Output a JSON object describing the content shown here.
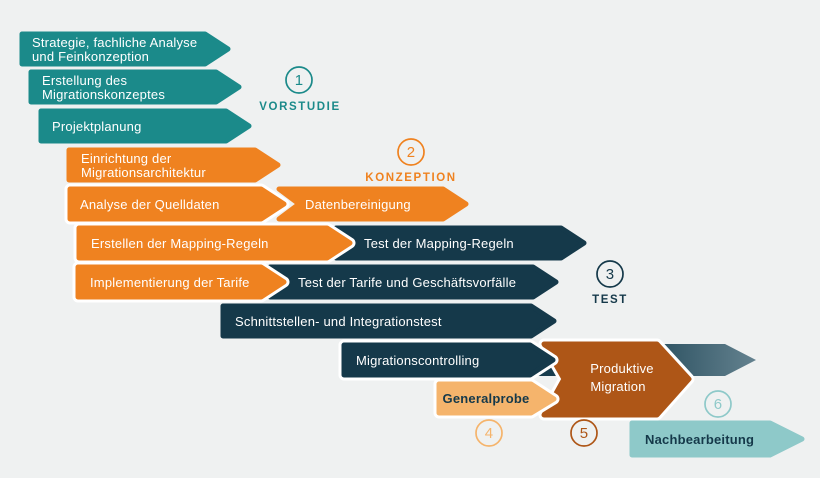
{
  "diagram": {
    "type": "process-arrow-diagram",
    "background": "#eff1f1",
    "arrows": [
      {
        "id": "strategie",
        "phase": 1,
        "lines": [
          "Strategie, fachliche Analyse",
          "und Feinkonzeption"
        ]
      },
      {
        "id": "erstellung",
        "phase": 1,
        "lines": [
          "Erstellung des",
          "Migrationskonzeptes"
        ]
      },
      {
        "id": "projektplanung",
        "phase": 1,
        "lines": [
          "Projektplanung"
        ]
      },
      {
        "id": "einrichtung",
        "phase": 2,
        "lines": [
          "Einrichtung der",
          "Migrationsarchitektur"
        ]
      },
      {
        "id": "analyse-quelldaten",
        "phase": 2,
        "lines": [
          "Analyse der Quelldaten"
        ]
      },
      {
        "id": "datenbereinigung",
        "phase": 2,
        "lines": [
          "Datenbereinigung"
        ]
      },
      {
        "id": "erstellen-mapping",
        "phase": 2,
        "lines": [
          "Erstellen der Mapping-Regeln"
        ]
      },
      {
        "id": "test-mapping",
        "phase": 3,
        "lines": [
          "Test der Mapping-Regeln"
        ]
      },
      {
        "id": "implementierung",
        "phase": 2,
        "lines": [
          "Implementierung der Tarife"
        ]
      },
      {
        "id": "test-tarife",
        "phase": 3,
        "lines": [
          "Test der Tarife und Geschäftsvorfälle"
        ]
      },
      {
        "id": "schnittstellen",
        "phase": 3,
        "lines": [
          "Schnittstellen- und Integrationstest"
        ]
      },
      {
        "id": "migrationscontrolling",
        "phase": 3,
        "lines": [
          "Migrationscontrolling"
        ]
      },
      {
        "id": "generalprobe",
        "phase": 4,
        "lines": [
          "Generalprobe"
        ]
      },
      {
        "id": "produktive-migration",
        "phase": 5,
        "lines": [
          "Produktive",
          "Migration"
        ]
      },
      {
        "id": "nachbearbeitung",
        "phase": 6,
        "lines": [
          "Nachbearbeitung"
        ]
      }
    ],
    "phases": [
      {
        "number": "1",
        "label": "VORSTUDIE"
      },
      {
        "number": "2",
        "label": "KONZEPTION"
      },
      {
        "number": "3",
        "label": "TEST"
      },
      {
        "number": "4",
        "label": ""
      },
      {
        "number": "5",
        "label": ""
      },
      {
        "number": "6",
        "label": ""
      }
    ],
    "colors": {
      "teal": "#1b8a8a",
      "orange": "#ef8220",
      "navy": "#15394a",
      "rust": "#ae5617",
      "light_orange": "#f5b46c",
      "light_teal": "#8ec9c9",
      "fade_mid": "#1d4455",
      "fade_end": "#64828f",
      "text_light": "#ffffff",
      "text_dark": "#15394a",
      "separator": "#ffffff"
    }
  }
}
